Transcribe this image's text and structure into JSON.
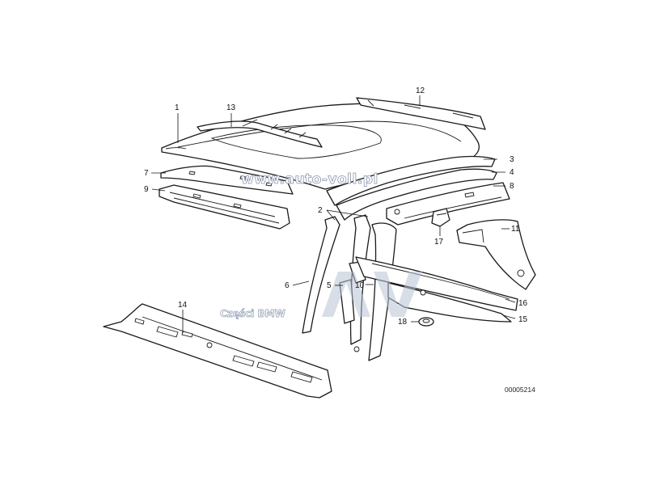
{
  "diagram": {
    "watermark_url": "www.auto-voll.pl",
    "watermark_subtitle": "Części BMW",
    "drawing_reference": "00005214",
    "callouts": [
      {
        "id": "c1",
        "label": "1"
      },
      {
        "id": "c13",
        "label": "13"
      },
      {
        "id": "c12",
        "label": "12"
      },
      {
        "id": "c3",
        "label": "3"
      },
      {
        "id": "c4",
        "label": "4"
      },
      {
        "id": "c7",
        "label": "7"
      },
      {
        "id": "c8",
        "label": "8"
      },
      {
        "id": "c9",
        "label": "9"
      },
      {
        "id": "c2",
        "label": "2"
      },
      {
        "id": "c11",
        "label": "11"
      },
      {
        "id": "c17",
        "label": "17"
      },
      {
        "id": "c6",
        "label": "6"
      },
      {
        "id": "c5",
        "label": "5"
      },
      {
        "id": "c10",
        "label": "10"
      },
      {
        "id": "c14",
        "label": "14"
      },
      {
        "id": "c16",
        "label": "16"
      },
      {
        "id": "c18",
        "label": "18"
      },
      {
        "id": "c15",
        "label": "15"
      }
    ]
  }
}
